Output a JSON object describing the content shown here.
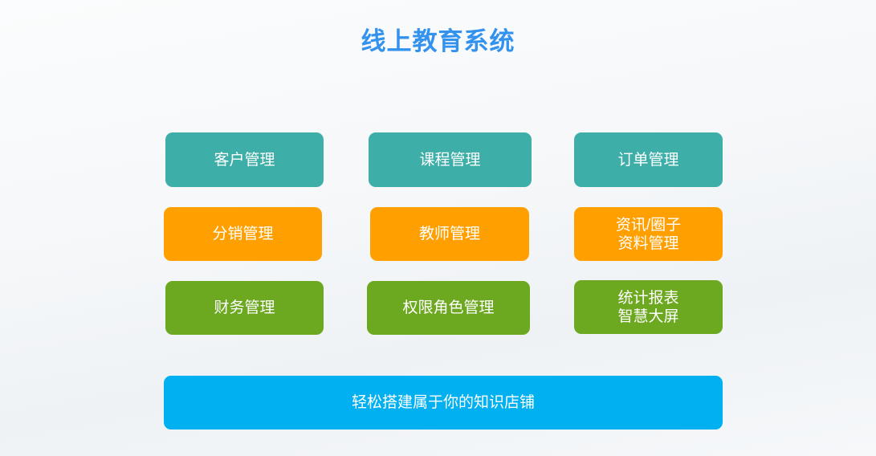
{
  "title": "线上教育系统",
  "colors": {
    "teal": "#3daea8",
    "orange": "#ffa000",
    "green": "#6ca820",
    "blue": "#00b0f0",
    "title": "#3392ee"
  },
  "tiles": {
    "customer": "客户管理",
    "course": "课程管理",
    "order": "订单管理",
    "distribution": "分销管理",
    "teacher": "教师管理",
    "news_line1": "资讯/圈子",
    "news_line2": "资料管理",
    "finance": "财务管理",
    "permission": "权限角色管理",
    "stats_line1": "统计报表",
    "stats_line2": "智慧大屏"
  },
  "banner": "轻松搭建属于你的知识店铺"
}
